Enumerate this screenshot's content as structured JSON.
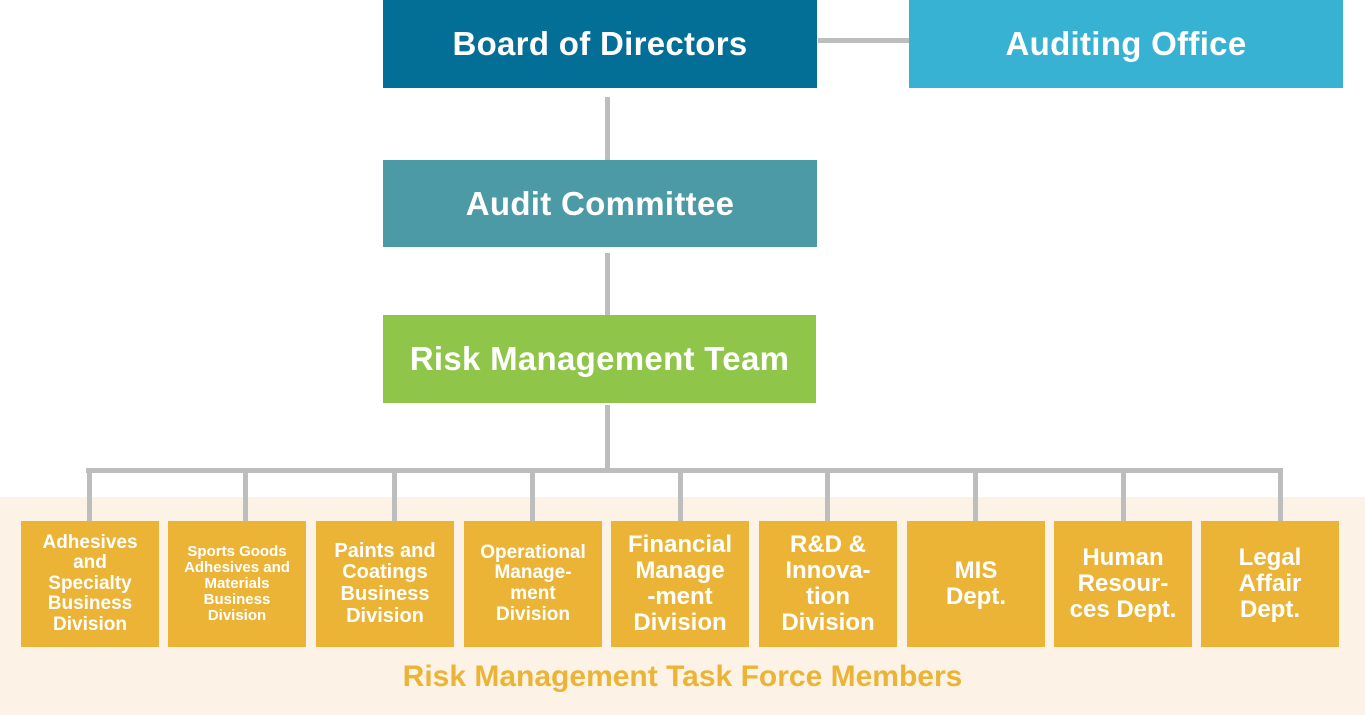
{
  "board": {
    "label": "Board of Directors",
    "color": "#036f96"
  },
  "auditing_office": {
    "label": "Auditing Office",
    "color": "#38b2d2"
  },
  "audit_committee": {
    "label": "Audit Committee",
    "color": "#4b9aa6"
  },
  "risk_team": {
    "label": "Risk Management Team",
    "color": "#8fc549"
  },
  "members": [
    {
      "label": "Adhesives\nand\nSpecialty\nBusiness\nDivision"
    },
    {
      "label": "Sports Goods\nAdhesives and\nMaterials\nBusiness\nDivision"
    },
    {
      "label": "Paints and\nCoatings\nBusiness\nDivision"
    },
    {
      "label": "Operational\nManage-\nment\nDivision"
    },
    {
      "label": "Financial\nManage\n-ment\nDivision"
    },
    {
      "label": "R&D &\nInnova-\ntion\nDivision"
    },
    {
      "label": "MIS\nDept."
    },
    {
      "label": "Human\nResour-\nces Dept."
    },
    {
      "label": "Legal\nAffair\nDept."
    }
  ],
  "member_color": "#ebb437",
  "footer": {
    "label": "Risk Management Task Force Members"
  }
}
